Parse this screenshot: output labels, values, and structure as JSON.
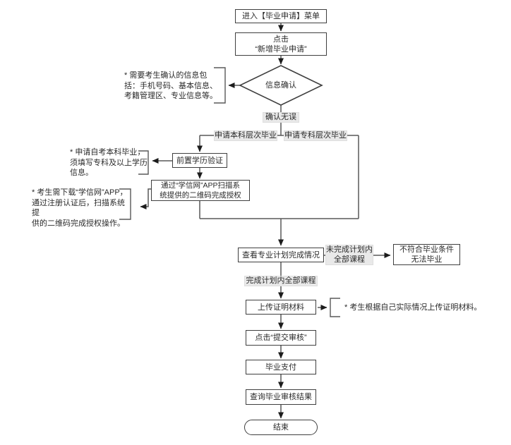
{
  "colors": {
    "line": "#585858",
    "border": "#3f3f3f",
    "box_fill": "#ffffff",
    "label_bg": "#e9e9e9",
    "label_border": "#dedede",
    "text": "#2a2a2a",
    "arrow": "#1c1c1c",
    "bg": "#ffffff"
  },
  "flowchart": {
    "nodes": {
      "enter_menu": "进入【毕业申请】菜单",
      "click_new": "点击\n“新增毕业申请”",
      "info_confirm": "信息确认",
      "pre_education_check": "前置学历验证",
      "scan_qr_auth": "通过“学信网”APP扫描系\n统提供的二维码完成授权",
      "check_plan": "查看专业计划完成情况",
      "not_qualified": "不符合毕业条件\n无法毕业",
      "upload_materials": "上传证明材料",
      "submit_review": "点击“提交审核”",
      "payment": "毕业支付",
      "query_result": "查询毕业审核结果",
      "end": "结束"
    },
    "edge_labels": {
      "confirmed": "确认无误",
      "apply_bachelor": "申请本科层次毕业",
      "apply_associate": "申请专科层次毕业",
      "not_completed": "未完成计划内\n全部课程",
      "completed": "完成计划内全部课程"
    },
    "notes": {
      "info_note": "* 需要考生确认的信息包\n括：手机号码、基本信息、\n考籍管理区、专业信息等。",
      "bachelor_note": "* 申请自考本科毕业，\n须填写专科及以上学历\n信息。",
      "app_note": "* 考生需下载“学信网”APP，\n通过注册认证后，扫描系统提\n供的二维码完成授权操作。",
      "upload_note": "* 考生根据自己实际情况上传证明材料。"
    }
  }
}
